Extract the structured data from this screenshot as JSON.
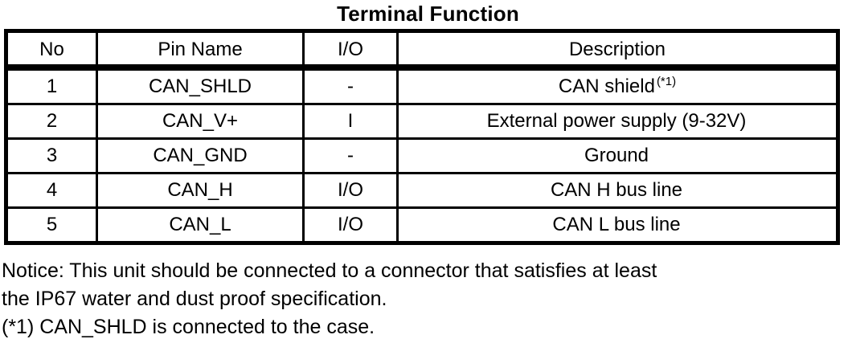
{
  "title": "Terminal Function",
  "table": {
    "columns": [
      "No",
      "Pin Name",
      "I/O",
      "Description"
    ],
    "rows": [
      {
        "no": "1",
        "pin_name": "CAN_SHLD",
        "io": "-",
        "description": "CAN shield",
        "description_note": "(*1)"
      },
      {
        "no": "2",
        "pin_name": "CAN_V+",
        "io": "I",
        "description": "External power supply (9-32V)",
        "description_note": ""
      },
      {
        "no": "3",
        "pin_name": "CAN_GND",
        "io": "-",
        "description": "Ground",
        "description_note": ""
      },
      {
        "no": "4",
        "pin_name": "CAN_H",
        "io": "I/O",
        "description": "CAN H bus line",
        "description_note": ""
      },
      {
        "no": "5",
        "pin_name": "CAN_L",
        "io": "I/O",
        "description": "CAN L bus line",
        "description_note": ""
      }
    ]
  },
  "notice": {
    "line1": "Notice: This unit should be connected to a connector that satisfies at least",
    "line2": "the IP67 water and dust proof specification.",
    "line3": "(*1) CAN_SHLD is connected to the case."
  },
  "colors": {
    "ink": "#000000",
    "paper": "#ffffff"
  }
}
